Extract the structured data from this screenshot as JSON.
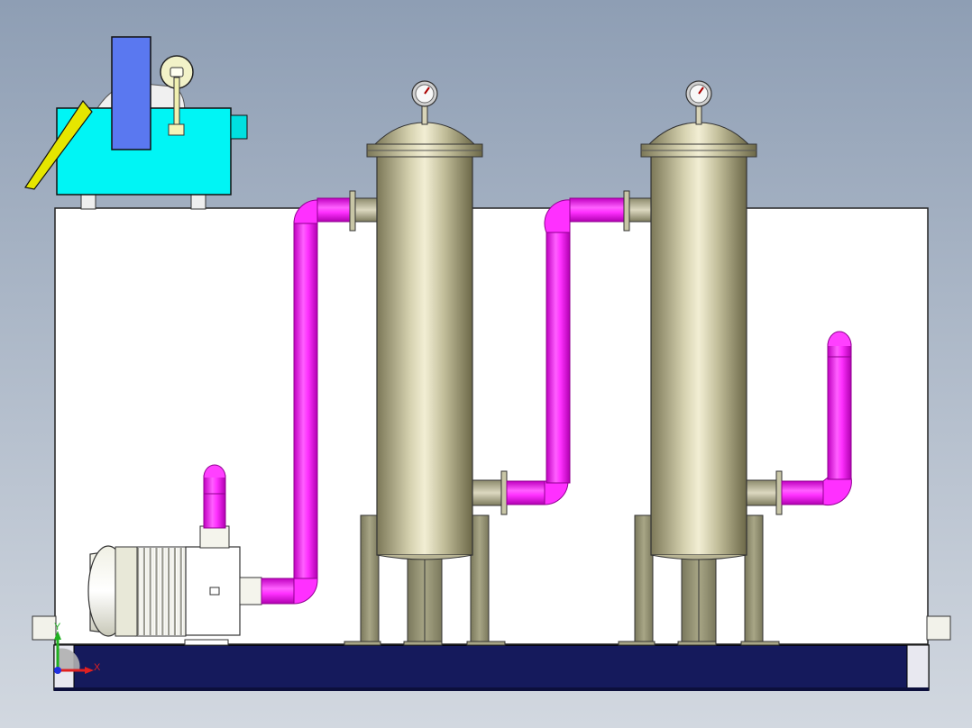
{
  "scene": {
    "background_top": "#8e9eb4",
    "background_bottom": "#d2d8e0",
    "pipe_color": "#ff00ff",
    "vessel_color": "#c9c5a2",
    "tank_color": "#ffffff",
    "base_color": "#151a5c",
    "blower_color": "#00f5f5",
    "hopper_color": "#e6e600",
    "motor_panel_color": "#5a78f0",
    "leg_color": "#8a8868"
  },
  "axes": {
    "x_label": "X",
    "y_label": "Y",
    "x_color": "#e02020",
    "y_color": "#20b020",
    "z_color": "#2030e0"
  },
  "components": {
    "filter_vessels": 2,
    "pressure_gauges": 2
  }
}
